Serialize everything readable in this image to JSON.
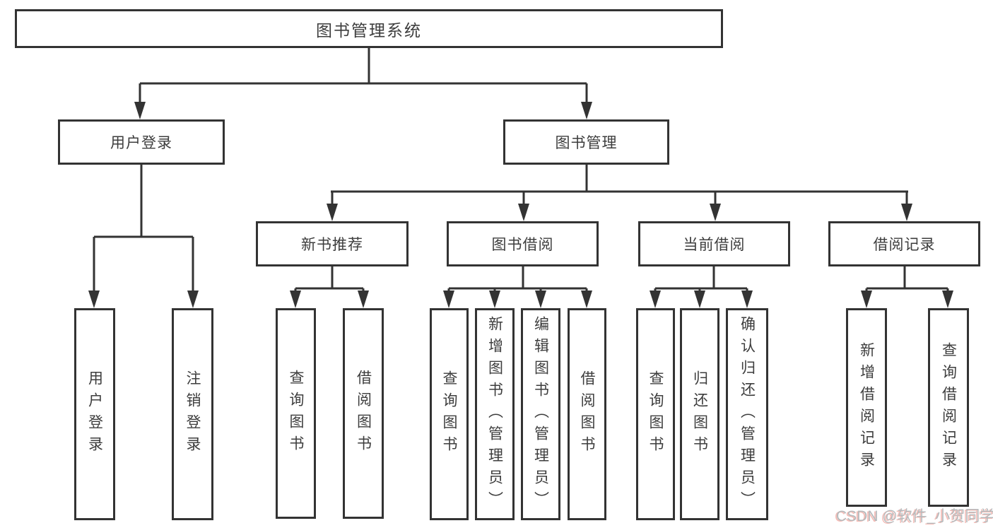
{
  "diagram": {
    "root": {
      "label": "图书管理系统",
      "children": [
        {
          "label": "用户登录",
          "children": [
            {
              "label": "用户登录"
            },
            {
              "label": "注销登录"
            }
          ]
        },
        {
          "label": "图书管理",
          "children": [
            {
              "label": "新书推荐",
              "children": [
                {
                  "label": "查询图书"
                },
                {
                  "label": "借阅图书"
                }
              ]
            },
            {
              "label": "图书借阅",
              "children": [
                {
                  "label": "查询图书"
                },
                {
                  "label": "新增图书（管理员）"
                },
                {
                  "label": "编辑图书（管理员）"
                },
                {
                  "label": "借阅图书"
                }
              ]
            },
            {
              "label": "当前借阅",
              "children": [
                {
                  "label": "查询图书"
                },
                {
                  "label": "归还图书"
                },
                {
                  "label": "确认归还（管理员）"
                }
              ]
            },
            {
              "label": "借阅记录",
              "children": [
                {
                  "label": "新增借阅记录"
                },
                {
                  "label": "查询借阅记录"
                }
              ]
            }
          ]
        }
      ]
    },
    "watermark": "CSDN @软件_小贺同学",
    "colors": {
      "line": "#333333",
      "box_border": "#333333",
      "text": "#3d3d3d",
      "background": "#ffffff",
      "watermark_text": "#b6babc",
      "watermark_accent": "#e76a5e"
    }
  }
}
